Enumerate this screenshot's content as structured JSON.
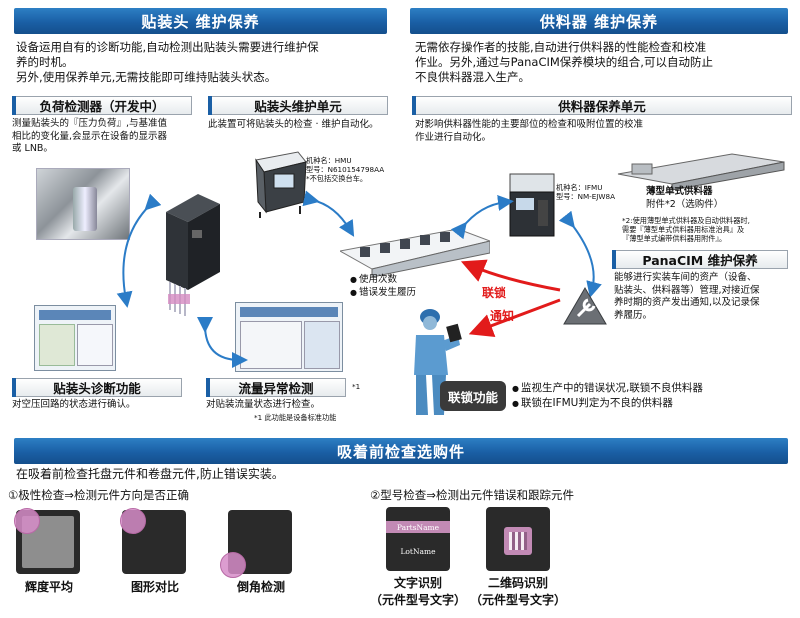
{
  "head_section": {
    "title": "贴装头 维护保养",
    "intro": [
      "设备运用自有的诊断功能,自动检测出贴装头需要进行维护保",
      "养的时机。",
      "另外,使用保养单元,无需技能即可维持贴装头状态。"
    ],
    "load_detector": {
      "title": "负荷检测器（开发中）",
      "desc": [
        "测量贴装头的『压力负荷』,与基准值",
        "相比的变化量,会显示在设备的显示器",
        "或 LNB。"
      ]
    },
    "maint_unit": {
      "title": "贴装头维护单元",
      "desc": "此装置可将贴装头的检查 · 维护自动化。"
    },
    "machine_spec": [
      "机种名：HMU",
      "型号：N610154798AA",
      "*不包括交换台车。"
    ],
    "diag": {
      "title": "贴装头诊断功能",
      "desc": "对空压回路的状态进行确认。"
    },
    "flow": {
      "title": "流量异常检测",
      "mark": "*1",
      "desc": "对贴装流量状态进行检查。",
      "note": "*1 此功能是设备标准功能"
    }
  },
  "feeder_section": {
    "title": "供料器 维护保养",
    "intro": [
      "无需依存操作者的技能,自动进行供料器的性能检查和校准",
      "作业。另外,通过与PanaCIM保养模块的组合,可以自动防止",
      "不良供料器混入生产。"
    ],
    "unit": {
      "title": "供料器保养单元",
      "desc": [
        "对影响供料器性能的主要部位的检查和吸附位置的校准",
        "作业进行自动化。"
      ]
    },
    "machine_spec": [
      "机种名：IFMU",
      "型号：NM-EJW8A"
    ],
    "option": [
      "薄型单式供料器",
      "附件*2（选购件）"
    ],
    "note2": [
      "*2:使用薄型单式供料器及自动供料器时,",
      "需要『薄型单式供料器用标准治具』及",
      "『薄型单式编带供料器用附件』。"
    ],
    "panacim": {
      "title": "PanaCIM 维护保养",
      "desc": [
        "能够进行实装车间的资产（设备、",
        "贴装头、供料器等）管理,对接近保",
        "养时期的资产发出通知,以及记录保",
        "养履历。"
      ]
    }
  },
  "center": {
    "machine_bullets": [
      "使用次数",
      "错误发生履历"
    ],
    "interlock_label": "联锁",
    "notify_label": "通知",
    "interlock_func": "联锁功能",
    "interlock_bullets": [
      "监视生产中的错误状况,联锁不良供料器",
      "联锁在IFMU判定为不良的供料器"
    ]
  },
  "pick_section": {
    "title": "吸着前检查选购件",
    "intro": "在吸着前检查托盘元件和卷盘元件,防止错误实装。",
    "polarity_title": "①极性检查⇒检测元件方向是否正确",
    "model_title": "②型号检查⇒检测出元件错误和跟踪元件",
    "captions": [
      "辉度平均",
      "图形对比",
      "倒角检测"
    ],
    "text_id": [
      "文字识别",
      "（元件型号文字）"
    ],
    "qr_id": [
      "二维码识别",
      "（元件型号文字）"
    ],
    "chip_text": [
      "PartsName",
      "LotName"
    ]
  },
  "colors": {
    "bar": "#1a5fa5",
    "accent_red": "#e21b1b",
    "arrow_blue": "#2b7cc7"
  }
}
